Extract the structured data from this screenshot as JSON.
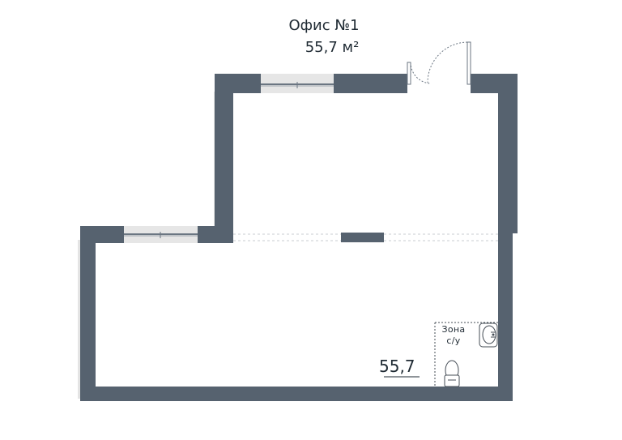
{
  "plan": {
    "title": "Офис №1",
    "total_area": "55,7 м²",
    "room_area": "55,7",
    "wc_zone_line1": "Зона",
    "wc_zone_line2": "с/у"
  },
  "colors": {
    "wall": "#56626f",
    "wall_shadow": "#e4e4e4",
    "window": "#e6e6e6",
    "window_frame": "#6b7682",
    "dashed": "#c8ccd0",
    "text": "#1f2a33"
  },
  "icons": [
    "door-icon",
    "sink-icon",
    "toilet-icon",
    "window-icon"
  ]
}
